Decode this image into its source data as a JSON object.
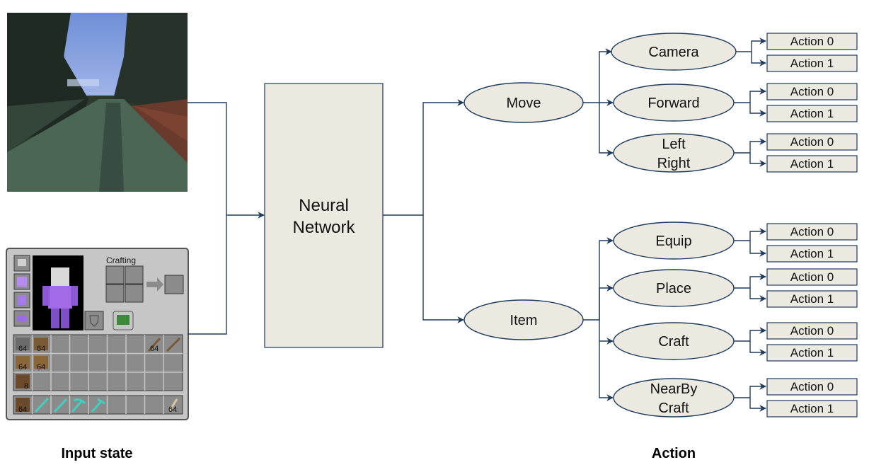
{
  "captions": {
    "left": "Input state",
    "right": "Action"
  },
  "network": {
    "line1": "Neural",
    "line2": "Network"
  },
  "inventory": {
    "crafting_label": "Crafting",
    "slot_count_a": "64",
    "slot_count_b": "8"
  },
  "move": {
    "label": "Move",
    "children": [
      {
        "label": "Camera",
        "actions": [
          "Action 0",
          "Action 1"
        ]
      },
      {
        "label": "Forward",
        "actions": [
          "Action 0",
          "Action 1"
        ]
      },
      {
        "label1": "Left",
        "label2": "Right",
        "actions": [
          "Action 0",
          "Action 1"
        ]
      }
    ]
  },
  "item": {
    "label": "Item",
    "children": [
      {
        "label": "Equip",
        "actions": [
          "Action 0",
          "Action 1"
        ]
      },
      {
        "label": "Place",
        "actions": [
          "Action 0",
          "Action 1"
        ]
      },
      {
        "label": "Craft",
        "actions": [
          "Action 0",
          "Action 1"
        ]
      },
      {
        "label1": "NearBy",
        "label2": "Craft",
        "actions": [
          "Action 0",
          "Action 1"
        ]
      }
    ]
  },
  "colors": {
    "line": "#1f3b5e",
    "node_fill": "#ece9e0"
  }
}
